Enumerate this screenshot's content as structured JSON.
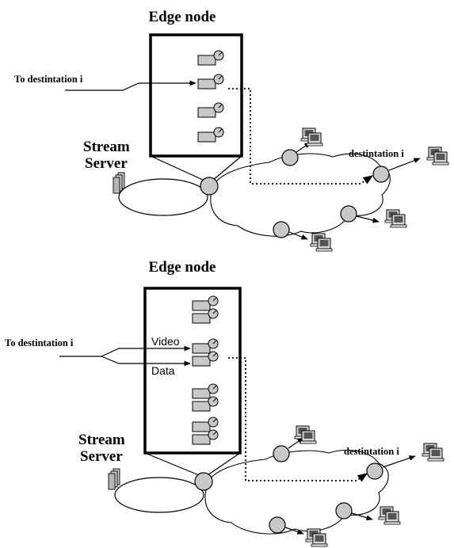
{
  "top": {
    "title": "Edge node",
    "server_label_1": "Stream",
    "server_label_2": "Server",
    "input_label": "To destintation i",
    "dest_label": "destintation i"
  },
  "bottom": {
    "title": "Edge node",
    "server_label_1": "Stream",
    "server_label_2": "Server",
    "input_label": "To destintation i",
    "video_label": "Video",
    "data_label": "Data",
    "dest_label": "destintation i"
  }
}
